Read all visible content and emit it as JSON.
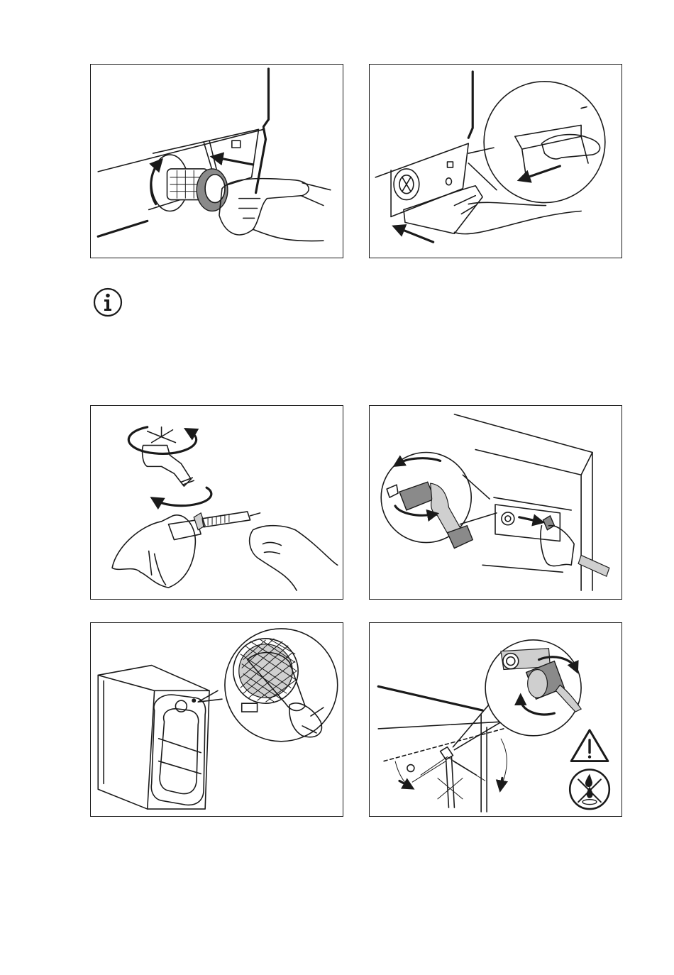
{
  "figures": [
    {
      "id": "p1",
      "subject": "drain-filter-removal"
    },
    {
      "id": "p2",
      "subject": "drain-flap-removal"
    },
    {
      "id": "p3",
      "subject": "tap-filter-cleaning"
    },
    {
      "id": "p4",
      "subject": "inlet-hose-removal"
    },
    {
      "id": "p5",
      "subject": "inlet-valve-filter-cleaning"
    },
    {
      "id": "p6",
      "subject": "inlet-hose-reinstallation"
    }
  ],
  "info_icon": "info-icon",
  "warning_icons": [
    "warning-triangle-icon",
    "no-water-leak-icon"
  ]
}
